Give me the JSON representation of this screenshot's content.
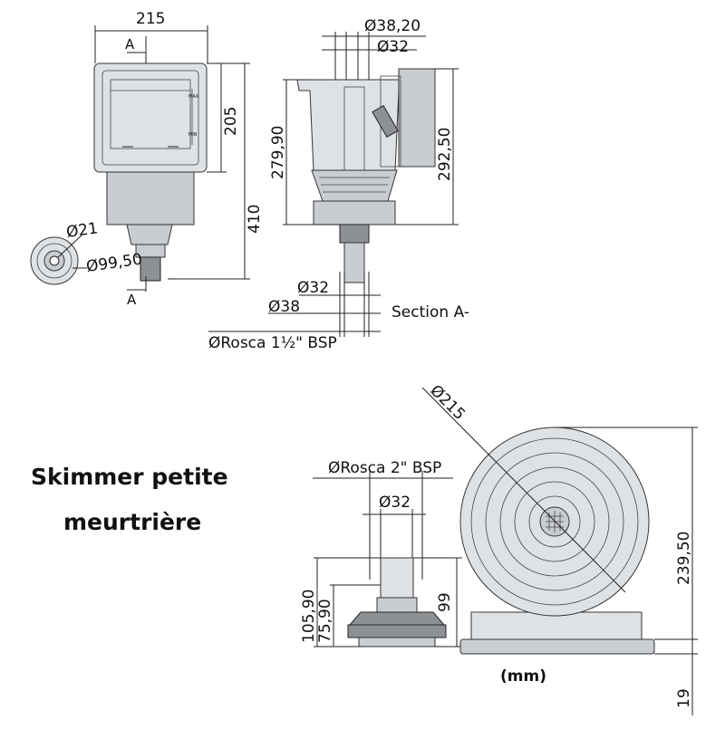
{
  "title": {
    "line1": "Skimmer petite",
    "line2": "meurtrière"
  },
  "front_view": {
    "width": "215",
    "height_mouth": "205",
    "height_total": "410",
    "section_mark_top": "A",
    "section_mark_bottom": "A",
    "detail_d21": "Ø21",
    "detail_d99": "Ø99,50"
  },
  "section_view": {
    "d38_20": "Ø38,20",
    "d32_top": "Ø32",
    "h279": "279,90",
    "h292": "292,50",
    "d32_bottom": "Ø32",
    "d38": "Ø38",
    "section_label": "Section A-",
    "thread": "ØRosca 1½\" BSP"
  },
  "bottom_views": {
    "thread": "ØRosca 2\" BSP",
    "d32": "Ø32",
    "h105": "105,90",
    "h75": "75,90",
    "h99": "99",
    "d215": "Ø215",
    "h239": "239,50",
    "h19": "19",
    "unit": "(mm)"
  }
}
